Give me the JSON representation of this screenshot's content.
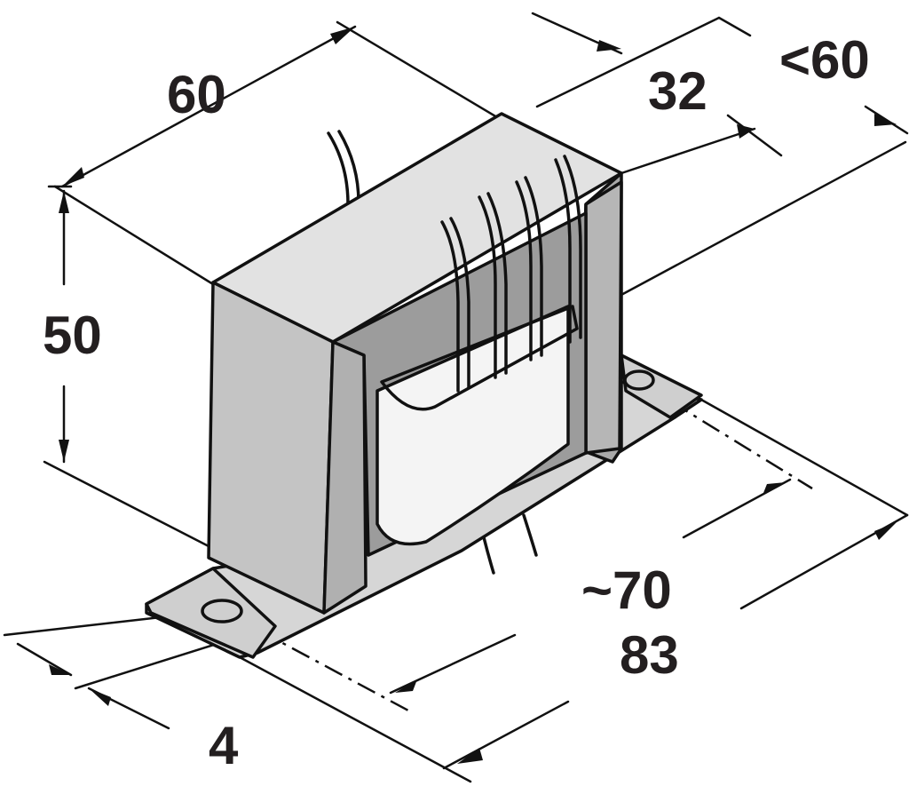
{
  "colors": {
    "line": "#111111",
    "core_top": "#e2e2e2",
    "core_front": "#c4c4c4",
    "core_side": "#a8a8a8",
    "coil": "#f4f4f4",
    "label": "#231f20"
  },
  "dimensions": {
    "width": "60",
    "depth": "32",
    "depth_max": "<60",
    "height": "50",
    "mount_spacing": "~70",
    "base_length": "83",
    "base_thickness": "4"
  }
}
